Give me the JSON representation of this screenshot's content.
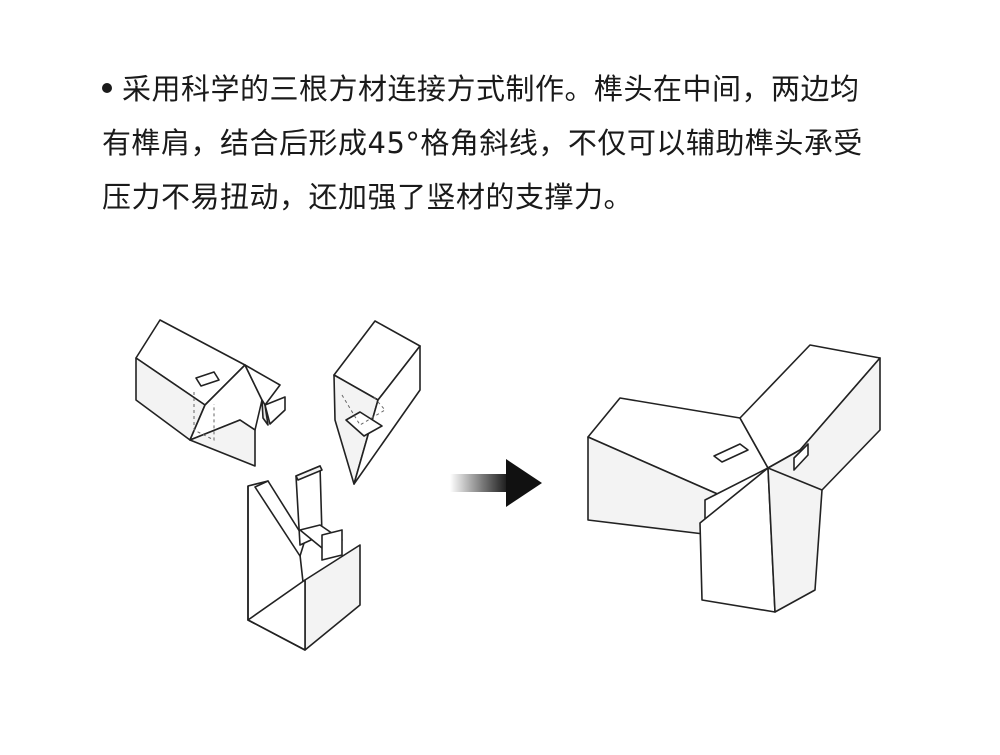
{
  "description": {
    "line1": "采用科学的三根方材连接方式制作。榫头在中间，两边均",
    "line2": "有榫肩，结合后形成45°格角斜线，不仅可以辅助榫头承受",
    "line3": "压力不易扭动，还加强了竖材的支撑力。"
  },
  "colors": {
    "text": "#1a1a1a",
    "line": "#222222",
    "arrow_dark": "#111111",
    "background": "#ffffff"
  },
  "illustration": {
    "left": "exploded-joint-three-members",
    "middle": "arrow-right-gradient",
    "right": "assembled-joint"
  }
}
